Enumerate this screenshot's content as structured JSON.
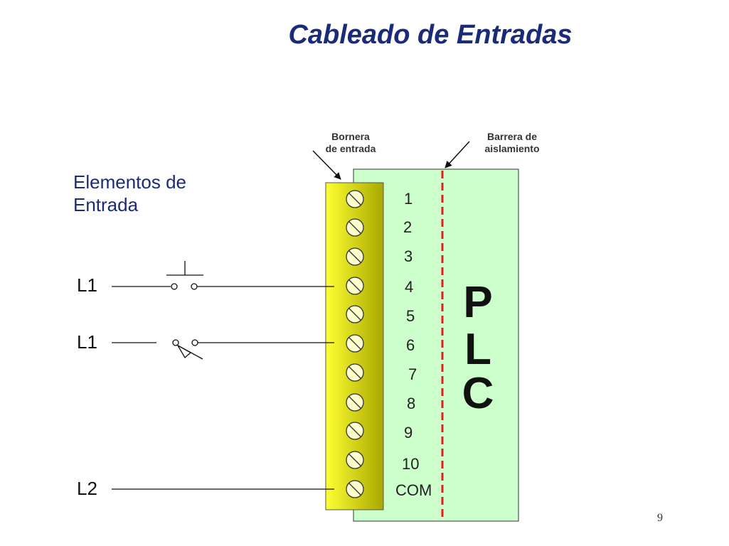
{
  "title": "Cableado de Entradas",
  "callouts": {
    "terminal_block": [
      "Bornera",
      "de entrada"
    ],
    "isolation_barrier": [
      "Barrera de",
      "aislamiento"
    ]
  },
  "inputs_heading": [
    "Elementos de",
    "Entrada"
  ],
  "lines": [
    "L1",
    "L1",
    "L2"
  ],
  "terminals": [
    "1",
    "2",
    "3",
    "4",
    "5",
    "6",
    "7",
    "8",
    "9",
    "10",
    "COM"
  ],
  "plc_letters": [
    "P",
    "L",
    "C"
  ],
  "page_number": "9",
  "colors": {
    "title": "#1a2c78",
    "plc_body": "#ccffcc",
    "terminal_strip": "#cccc00",
    "barrier": "#e02020"
  }
}
